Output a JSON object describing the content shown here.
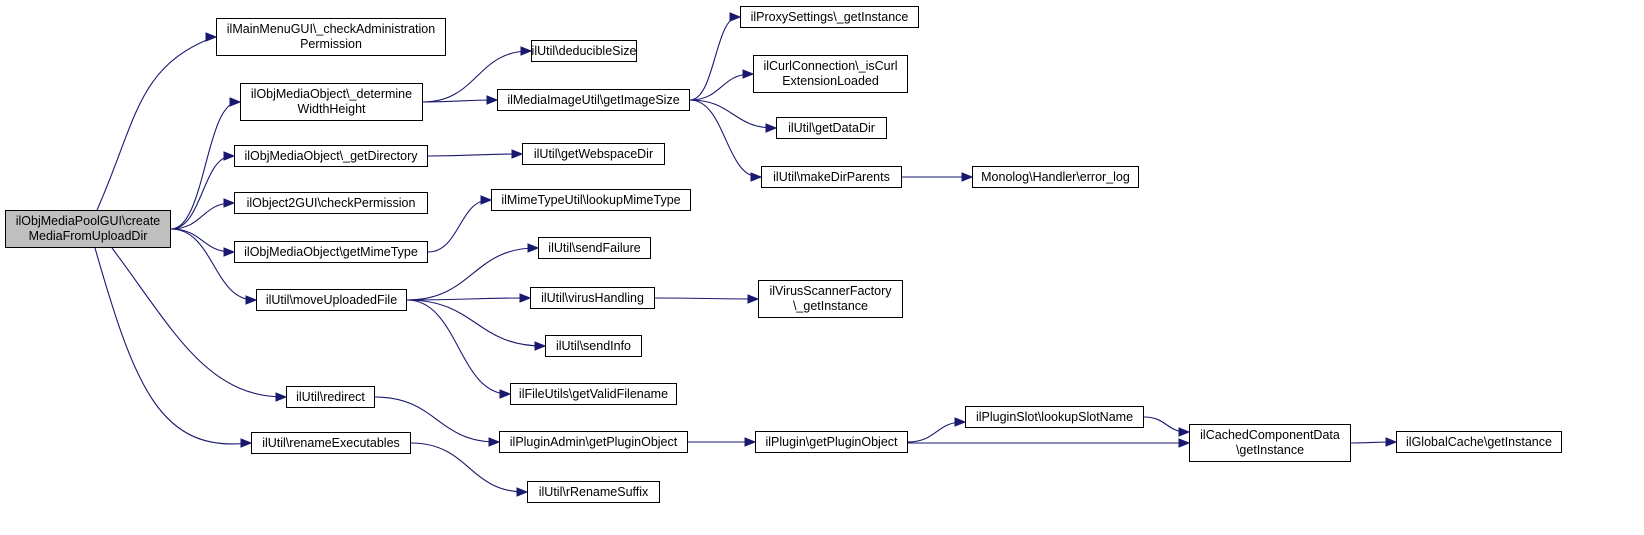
{
  "colors": {
    "edge": "#191970",
    "node_border": "#000000",
    "root_fill": "#bfbfbf",
    "node_fill": "#ffffff"
  },
  "nodes": [
    {
      "id": "root",
      "label": "ilObjMediaPoolGUI\\create\nMediaFromUploadDir"
    },
    {
      "id": "n1",
      "label": "ilMainMenuGUI\\_checkAdministration\nPermission"
    },
    {
      "id": "n2",
      "label": "ilObjMediaObject\\_determine\nWidthHeight"
    },
    {
      "id": "n3",
      "label": "ilObjMediaObject\\_getDirectory"
    },
    {
      "id": "n4",
      "label": "ilObject2GUI\\checkPermission"
    },
    {
      "id": "n5",
      "label": "ilObjMediaObject\\getMimeType"
    },
    {
      "id": "n6",
      "label": "ilUtil\\moveUploadedFile"
    },
    {
      "id": "n7",
      "label": "ilUtil\\redirect"
    },
    {
      "id": "n8",
      "label": "ilUtil\\renameExecutables"
    },
    {
      "id": "n9",
      "label": "ilUtil\\deducibleSize"
    },
    {
      "id": "n10",
      "label": "ilMediaImageUtil\\getImageSize"
    },
    {
      "id": "n11",
      "label": "ilUtil\\getWebspaceDir"
    },
    {
      "id": "n12",
      "label": "ilMimeTypeUtil\\lookupMimeType"
    },
    {
      "id": "n13",
      "label": "ilUtil\\sendFailure"
    },
    {
      "id": "n14",
      "label": "ilUtil\\virusHandling"
    },
    {
      "id": "n15",
      "label": "ilUtil\\sendInfo"
    },
    {
      "id": "n16",
      "label": "ilFileUtils\\getValidFilename"
    },
    {
      "id": "n17",
      "label": "ilPluginAdmin\\getPluginObject"
    },
    {
      "id": "n18",
      "label": "ilUtil\\rRenameSuffix"
    },
    {
      "id": "n19",
      "label": "ilProxySettings\\_getInstance"
    },
    {
      "id": "n20",
      "label": "ilCurlConnection\\_isCurl\nExtensionLoaded"
    },
    {
      "id": "n21",
      "label": "ilUtil\\getDataDir"
    },
    {
      "id": "n22",
      "label": "ilUtil\\makeDirParents"
    },
    {
      "id": "n23",
      "label": "Monolog\\Handler\\error_log"
    },
    {
      "id": "n24",
      "label": "ilVirusScannerFactory\n\\_getInstance"
    },
    {
      "id": "n25",
      "label": "ilPlugin\\getPluginObject"
    },
    {
      "id": "n26",
      "label": "ilPluginSlot\\lookupSlotName"
    },
    {
      "id": "n27",
      "label": "ilCachedComponentData\n\\getInstance"
    },
    {
      "id": "n28",
      "label": "ilGlobalCache\\getInstance"
    }
  ],
  "edges": [
    [
      "root",
      "n1"
    ],
    [
      "root",
      "n2"
    ],
    [
      "root",
      "n3"
    ],
    [
      "root",
      "n4"
    ],
    [
      "root",
      "n5"
    ],
    [
      "root",
      "n6"
    ],
    [
      "root",
      "n7"
    ],
    [
      "root",
      "n8"
    ],
    [
      "n2",
      "n9"
    ],
    [
      "n2",
      "n10"
    ],
    [
      "n3",
      "n11"
    ],
    [
      "n5",
      "n12"
    ],
    [
      "n6",
      "n13"
    ],
    [
      "n6",
      "n14"
    ],
    [
      "n6",
      "n15"
    ],
    [
      "n6",
      "n16"
    ],
    [
      "n7",
      "n17"
    ],
    [
      "n8",
      "n18"
    ],
    [
      "n10",
      "n19"
    ],
    [
      "n10",
      "n20"
    ],
    [
      "n10",
      "n21"
    ],
    [
      "n10",
      "n22"
    ],
    [
      "n22",
      "n23"
    ],
    [
      "n14",
      "n24"
    ],
    [
      "n17",
      "n25"
    ],
    [
      "n25",
      "n26"
    ],
    [
      "n25",
      "n27"
    ],
    [
      "n26",
      "n27"
    ],
    [
      "n27",
      "n28"
    ]
  ]
}
